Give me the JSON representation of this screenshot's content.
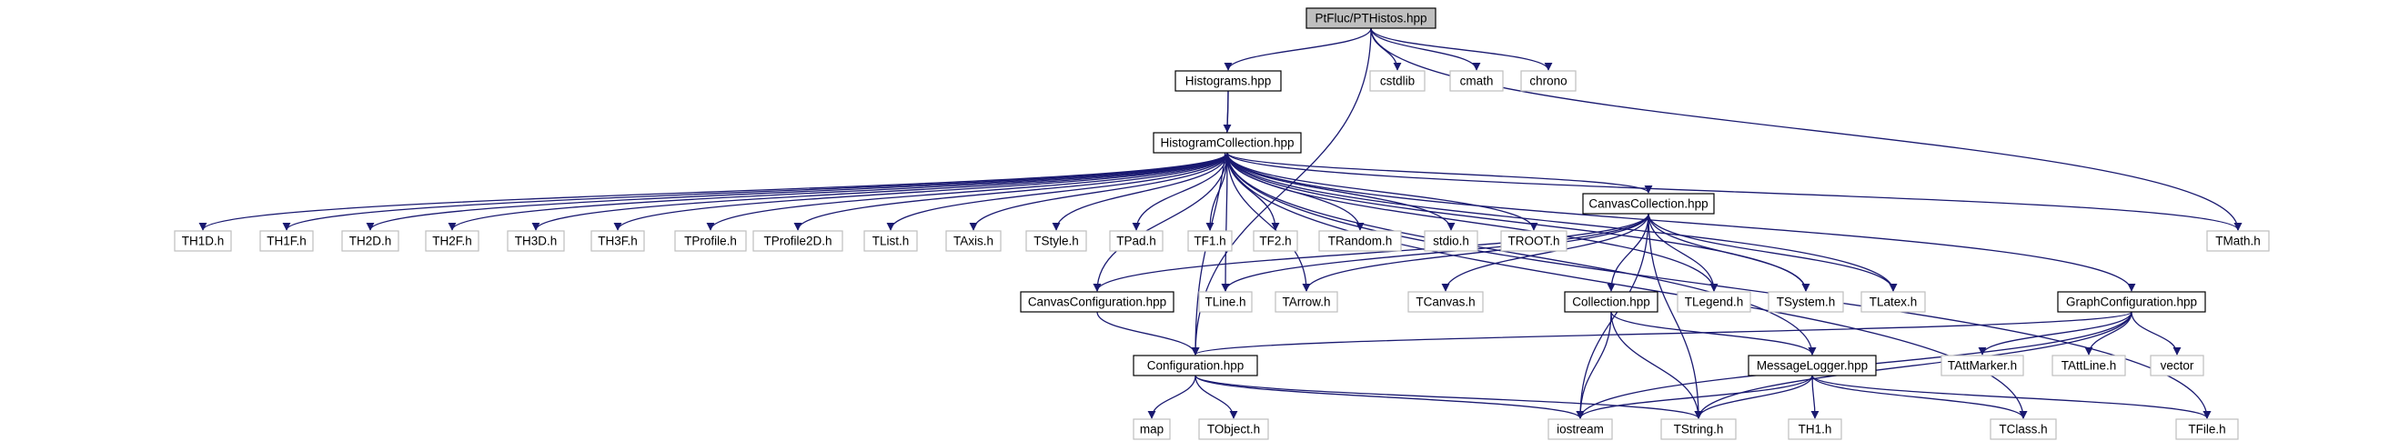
{
  "diagram": {
    "type": "include-dependency-graph",
    "colors": {
      "root_fill": "#bfbfbf",
      "root_stroke": "#000000",
      "header_fill": "#ffffff",
      "header_stroke": "#000000",
      "external_fill": "#ffffff",
      "external_stroke": "#bfbfbf",
      "edge": "#191970",
      "text": "#000000"
    },
    "nodes": [
      {
        "id": "root",
        "label": "PtFluc/PTHistos.hpp",
        "kind": "root"
      },
      {
        "id": "histograms",
        "label": "Histograms.hpp",
        "kind": "header"
      },
      {
        "id": "cstdlib",
        "label": "cstdlib",
        "kind": "external"
      },
      {
        "id": "cmath",
        "label": "cmath",
        "kind": "external"
      },
      {
        "id": "chrono",
        "label": "chrono",
        "kind": "external"
      },
      {
        "id": "histcoll",
        "label": "HistogramCollection.hpp",
        "kind": "header"
      },
      {
        "id": "th1d",
        "label": "TH1D.h",
        "kind": "external"
      },
      {
        "id": "th1f",
        "label": "TH1F.h",
        "kind": "external"
      },
      {
        "id": "th2d",
        "label": "TH2D.h",
        "kind": "external"
      },
      {
        "id": "th2f",
        "label": "TH2F.h",
        "kind": "external"
      },
      {
        "id": "th3d",
        "label": "TH3D.h",
        "kind": "external"
      },
      {
        "id": "th3f",
        "label": "TH3F.h",
        "kind": "external"
      },
      {
        "id": "tprofile",
        "label": "TProfile.h",
        "kind": "external"
      },
      {
        "id": "tprofile2d",
        "label": "TProfile2D.h",
        "kind": "external"
      },
      {
        "id": "tlist",
        "label": "TList.h",
        "kind": "external"
      },
      {
        "id": "taxis",
        "label": "TAxis.h",
        "kind": "external"
      },
      {
        "id": "tstyle",
        "label": "TStyle.h",
        "kind": "external"
      },
      {
        "id": "tpad",
        "label": "TPad.h",
        "kind": "external"
      },
      {
        "id": "tf1",
        "label": "TF1.h",
        "kind": "external"
      },
      {
        "id": "tf2",
        "label": "TF2.h",
        "kind": "external"
      },
      {
        "id": "trandom",
        "label": "TRandom.h",
        "kind": "external"
      },
      {
        "id": "stdio",
        "label": "stdio.h",
        "kind": "external"
      },
      {
        "id": "troot",
        "label": "TROOT.h",
        "kind": "external"
      },
      {
        "id": "canvcoll",
        "label": "CanvasCollection.hpp",
        "kind": "header"
      },
      {
        "id": "tmath",
        "label": "TMath.h",
        "kind": "external"
      },
      {
        "id": "canvconf",
        "label": "CanvasConfiguration.hpp",
        "kind": "header"
      },
      {
        "id": "tline",
        "label": "TLine.h",
        "kind": "external"
      },
      {
        "id": "tarrow",
        "label": "TArrow.h",
        "kind": "external"
      },
      {
        "id": "tcanvas",
        "label": "TCanvas.h",
        "kind": "external"
      },
      {
        "id": "collection",
        "label": "Collection.hpp",
        "kind": "header"
      },
      {
        "id": "tlegend",
        "label": "TLegend.h",
        "kind": "external"
      },
      {
        "id": "tsystem",
        "label": "TSystem.h",
        "kind": "external"
      },
      {
        "id": "tlatex",
        "label": "TLatex.h",
        "kind": "external"
      },
      {
        "id": "graphconf",
        "label": "GraphConfiguration.hpp",
        "kind": "header"
      },
      {
        "id": "configuration",
        "label": "Configuration.hpp",
        "kind": "header"
      },
      {
        "id": "msglogger",
        "label": "MessageLogger.hpp",
        "kind": "header"
      },
      {
        "id": "tattmarker",
        "label": "TAttMarker.h",
        "kind": "external"
      },
      {
        "id": "tattline",
        "label": "TAttLine.h",
        "kind": "external"
      },
      {
        "id": "vector",
        "label": "vector",
        "kind": "external"
      },
      {
        "id": "map",
        "label": "map",
        "kind": "external"
      },
      {
        "id": "tobject",
        "label": "TObject.h",
        "kind": "external"
      },
      {
        "id": "iostream",
        "label": "iostream",
        "kind": "external"
      },
      {
        "id": "tstring",
        "label": "TString.h",
        "kind": "external"
      },
      {
        "id": "th1",
        "label": "TH1.h",
        "kind": "external"
      },
      {
        "id": "tclass",
        "label": "TClass.h",
        "kind": "external"
      },
      {
        "id": "tfile",
        "label": "TFile.h",
        "kind": "external"
      }
    ],
    "edges": [
      [
        "root",
        "histograms"
      ],
      [
        "root",
        "cstdlib"
      ],
      [
        "root",
        "cmath"
      ],
      [
        "root",
        "chrono"
      ],
      [
        "root",
        "configuration"
      ],
      [
        "root",
        "tmath"
      ],
      [
        "histograms",
        "histcoll"
      ],
      [
        "histograms",
        "configuration"
      ],
      [
        "histcoll",
        "th1d"
      ],
      [
        "histcoll",
        "th1f"
      ],
      [
        "histcoll",
        "th2d"
      ],
      [
        "histcoll",
        "th2f"
      ],
      [
        "histcoll",
        "th3d"
      ],
      [
        "histcoll",
        "th3f"
      ],
      [
        "histcoll",
        "tprofile"
      ],
      [
        "histcoll",
        "tprofile2d"
      ],
      [
        "histcoll",
        "tlist"
      ],
      [
        "histcoll",
        "taxis"
      ],
      [
        "histcoll",
        "tstyle"
      ],
      [
        "histcoll",
        "tpad"
      ],
      [
        "histcoll",
        "tf1"
      ],
      [
        "histcoll",
        "tf2"
      ],
      [
        "histcoll",
        "trandom"
      ],
      [
        "histcoll",
        "stdio"
      ],
      [
        "histcoll",
        "troot"
      ],
      [
        "histcoll",
        "canvcoll"
      ],
      [
        "histcoll",
        "tmath"
      ],
      [
        "histcoll",
        "canvconf"
      ],
      [
        "histcoll",
        "tline"
      ],
      [
        "histcoll",
        "tarrow"
      ],
      [
        "histcoll",
        "tlegend"
      ],
      [
        "histcoll",
        "tsystem"
      ],
      [
        "histcoll",
        "tlatex"
      ],
      [
        "histcoll",
        "graphconf"
      ],
      [
        "histcoll",
        "msglogger"
      ],
      [
        "histcoll",
        "tfile"
      ],
      [
        "histcoll",
        "tclass"
      ],
      [
        "canvcoll",
        "canvconf"
      ],
      [
        "canvcoll",
        "tline"
      ],
      [
        "canvcoll",
        "tarrow"
      ],
      [
        "canvcoll",
        "tcanvas"
      ],
      [
        "canvcoll",
        "collection"
      ],
      [
        "canvcoll",
        "tlegend"
      ],
      [
        "canvcoll",
        "tsystem"
      ],
      [
        "canvcoll",
        "tlatex"
      ],
      [
        "canvcoll",
        "iostream"
      ],
      [
        "canvcoll",
        "tstring"
      ],
      [
        "canvconf",
        "configuration"
      ],
      [
        "collection",
        "iostream"
      ],
      [
        "collection",
        "tstring"
      ],
      [
        "collection",
        "msglogger"
      ],
      [
        "graphconf",
        "configuration"
      ],
      [
        "graphconf",
        "tattmarker"
      ],
      [
        "graphconf",
        "tattline"
      ],
      [
        "graphconf",
        "vector"
      ],
      [
        "graphconf",
        "iostream"
      ],
      [
        "graphconf",
        "tstring"
      ],
      [
        "configuration",
        "map"
      ],
      [
        "configuration",
        "tobject"
      ],
      [
        "configuration",
        "iostream"
      ],
      [
        "configuration",
        "tstring"
      ],
      [
        "msglogger",
        "iostream"
      ],
      [
        "msglogger",
        "tstring"
      ],
      [
        "msglogger",
        "th1"
      ],
      [
        "msglogger",
        "tclass"
      ],
      [
        "msglogger",
        "tfile"
      ]
    ]
  }
}
